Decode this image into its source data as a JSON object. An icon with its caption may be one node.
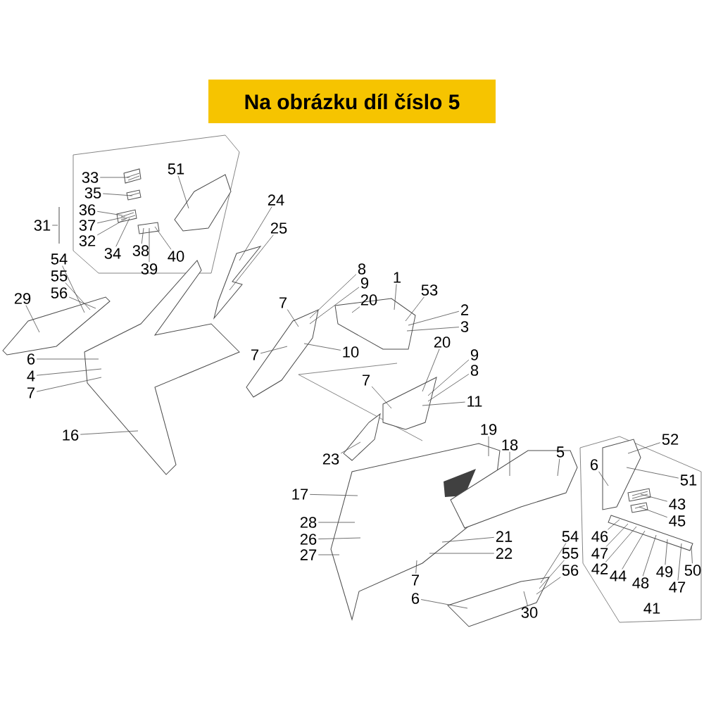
{
  "diagram": {
    "title": "Na obrázku díl číslo 5",
    "nodes": [
      {
        "text": [
          "51"
        ]
      },
      {
        "text": [
          "33"
        ]
      },
      {
        "text": [
          "35"
        ]
      },
      {
        "text": [
          "36"
        ]
      },
      {
        "text": [
          "37"
        ]
      },
      {
        "text": [
          "31"
        ]
      },
      {
        "text": [
          "32"
        ]
      },
      {
        "text": [
          "34"
        ]
      },
      {
        "text": [
          "38"
        ]
      },
      {
        "text": [
          "39"
        ]
      },
      {
        "text": [
          "40"
        ]
      },
      {
        "text": [
          "24"
        ]
      },
      {
        "text": [
          "25"
        ]
      },
      {
        "text": [
          "54"
        ]
      },
      {
        "text": [
          "55"
        ]
      },
      {
        "text": [
          "56"
        ]
      },
      {
        "text": [
          "29"
        ]
      },
      {
        "text": [
          "6"
        ]
      },
      {
        "text": [
          "4"
        ]
      },
      {
        "text": [
          "7"
        ]
      },
      {
        "text": [
          "7"
        ]
      },
      {
        "text": [
          "7"
        ]
      },
      {
        "text": [
          "16"
        ]
      },
      {
        "text": [
          "8"
        ]
      },
      {
        "text": [
          "9"
        ]
      },
      {
        "text": [
          "20"
        ]
      },
      {
        "text": [
          "1"
        ]
      },
      {
        "text": [
          "53"
        ]
      },
      {
        "text": [
          "2"
        ]
      },
      {
        "text": [
          "3"
        ]
      },
      {
        "text": [
          "10"
        ]
      },
      {
        "text": [
          "20"
        ]
      },
      {
        "text": [
          "9"
        ]
      },
      {
        "text": [
          "8"
        ]
      },
      {
        "text": [
          "7"
        ]
      },
      {
        "text": [
          "11"
        ]
      },
      {
        "text": [
          "19"
        ]
      },
      {
        "text": [
          "18"
        ]
      },
      {
        "text": [
          "23"
        ]
      },
      {
        "text": [
          "17"
        ]
      },
      {
        "text": [
          "28"
        ]
      },
      {
        "text": [
          "26"
        ]
      },
      {
        "text": [
          "27"
        ]
      },
      {
        "text": [
          "21"
        ]
      },
      {
        "text": [
          "22"
        ]
      },
      {
        "text": [
          "7"
        ]
      },
      {
        "text": [
          "6"
        ]
      },
      {
        "text": [
          "30"
        ]
      },
      {
        "text": [
          "5"
        ]
      },
      {
        "text": [
          "6"
        ]
      },
      {
        "text": [
          "52"
        ]
      },
      {
        "text": [
          "51"
        ]
      },
      {
        "text": [
          "43"
        ]
      },
      {
        "text": [
          "45"
        ]
      },
      {
        "text": [
          "46"
        ]
      },
      {
        "text": [
          "47"
        ]
      },
      {
        "text": [
          "42"
        ]
      },
      {
        "text": [
          "44"
        ]
      },
      {
        "text": [
          "48"
        ]
      },
      {
        "text": [
          "49"
        ]
      },
      {
        "text": [
          "47"
        ]
      },
      {
        "text": [
          "50"
        ]
      },
      {
        "text": [
          "54"
        ]
      },
      {
        "text": [
          "55"
        ]
      },
      {
        "text": [
          "56"
        ]
      },
      {
        "text": [],
        "shape": "picture"
      },
      {
        "text": [],
        "shape": "picture"
      },
      {
        "text": [],
        "shape": "picture"
      },
      {
        "text": [],
        "shape": "picture"
      },
      {
        "text": [],
        "shape": "picture"
      },
      {
        "text": [],
        "shape": "picture"
      },
      {
        "text": [],
        "shape": "picture"
      },
      {
        "text": [],
        "shape": "picture"
      },
      {
        "text": [],
        "shape": "picture"
      },
      {
        "text": [],
        "shape": "picture"
      },
      {
        "text": [],
        "shape": "picture"
      },
      {
        "text": [],
        "shape": "picture"
      },
      {
        "text": [],
        "shape": "picture"
      },
      {
        "text": [],
        "shape": "picture"
      },
      {
        "text": [],
        "shape": "picture"
      },
      {
        "text": [],
        "shape": "picture"
      },
      {
        "text": [],
        "shape": "picture"
      },
      {
        "text": [],
        "shape": "picture"
      },
      {
        "text": [],
        "shape": "picture"
      }
    ],
    "edges": [
      {
        "from": 0,
        "to": 65,
        "arrow": "none"
      },
      {
        "from": 1,
        "to": 66,
        "arrow": "none"
      },
      {
        "from": 2,
        "to": 67,
        "arrow": "none"
      },
      {
        "from": 3,
        "to": 68,
        "arrow": "none"
      },
      {
        "from": 4,
        "to": 68,
        "arrow": "none"
      },
      {
        "from": 5,
        "to": null,
        "arrow": "none"
      },
      {
        "from": 6,
        "to": 68,
        "arrow": "none"
      },
      {
        "from": 7,
        "to": 68,
        "arrow": "none"
      },
      {
        "from": 8,
        "to": 82,
        "arrow": "none"
      },
      {
        "from": 9,
        "to": 82,
        "arrow": "none"
      },
      {
        "from": 10,
        "to": 82,
        "arrow": "none"
      },
      {
        "from": 11,
        "to": 70,
        "arrow": "none"
      },
      {
        "from": 12,
        "to": 70,
        "arrow": "none"
      },
      {
        "from": 13,
        "to": 69,
        "arrow": "none"
      },
      {
        "from": 14,
        "to": 69,
        "arrow": "none"
      },
      {
        "from": 15,
        "to": 69,
        "arrow": "none"
      },
      {
        "from": 16,
        "to": 69,
        "arrow": "none"
      },
      {
        "from": 17,
        "to": 71,
        "arrow": "none"
      },
      {
        "from": 18,
        "to": 71,
        "arrow": "none"
      },
      {
        "from": 19,
        "to": 71,
        "arrow": "none"
      },
      {
        "from": 20,
        "to": 72,
        "arrow": "none"
      },
      {
        "from": 21,
        "to": 72,
        "arrow": "none"
      },
      {
        "from": 22,
        "to": 71,
        "arrow": "none"
      },
      {
        "from": 23,
        "to": 72,
        "arrow": "none"
      },
      {
        "from": 24,
        "to": 72,
        "arrow": "none"
      },
      {
        "from": 25,
        "to": 73,
        "arrow": "none"
      },
      {
        "from": 26,
        "to": 73,
        "arrow": "none"
      },
      {
        "from": 27,
        "to": 73,
        "arrow": "none"
      },
      {
        "from": 28,
        "to": 73,
        "arrow": "none"
      },
      {
        "from": 29,
        "to": 73,
        "arrow": "none"
      },
      {
        "from": 30,
        "to": 72,
        "arrow": "none"
      },
      {
        "from": 31,
        "to": 74,
        "arrow": "none"
      },
      {
        "from": 32,
        "to": 74,
        "arrow": "none"
      },
      {
        "from": 33,
        "to": 74,
        "arrow": "none"
      },
      {
        "from": 34,
        "to": 74,
        "arrow": "none"
      },
      {
        "from": 35,
        "to": 74,
        "arrow": "none"
      },
      {
        "from": 36,
        "to": 76,
        "arrow": "none"
      },
      {
        "from": 37,
        "to": 77,
        "arrow": "none"
      },
      {
        "from": 38,
        "to": 75,
        "arrow": "none"
      },
      {
        "from": 39,
        "to": 76,
        "arrow": "none"
      },
      {
        "from": 40,
        "to": 76,
        "arrow": "none"
      },
      {
        "from": 41,
        "to": 76,
        "arrow": "none"
      },
      {
        "from": 42,
        "to": 76,
        "arrow": "none"
      },
      {
        "from": 43,
        "to": 76,
        "arrow": "none"
      },
      {
        "from": 44,
        "to": 76,
        "arrow": "none"
      },
      {
        "from": 45,
        "to": 76,
        "arrow": "none"
      },
      {
        "from": 46,
        "to": 78,
        "arrow": "none"
      },
      {
        "from": 47,
        "to": 78,
        "arrow": "none"
      },
      {
        "from": 48,
        "to": 77,
        "arrow": "none"
      },
      {
        "from": 49,
        "to": 79,
        "arrow": "none"
      },
      {
        "from": 50,
        "to": 79,
        "arrow": "none"
      },
      {
        "from": 51,
        "to": 79,
        "arrow": "none"
      },
      {
        "from": 52,
        "to": 80,
        "arrow": "none"
      },
      {
        "from": 53,
        "to": 81,
        "arrow": "none"
      },
      {
        "from": 54,
        "to": 83,
        "arrow": "none"
      },
      {
        "from": 55,
        "to": 83,
        "arrow": "none"
      },
      {
        "from": 56,
        "to": 83,
        "arrow": "none"
      },
      {
        "from": 57,
        "to": 83,
        "arrow": "none"
      },
      {
        "from": 58,
        "to": 83,
        "arrow": "none"
      },
      {
        "from": 59,
        "to": 83,
        "arrow": "none"
      },
      {
        "from": 60,
        "to": 83,
        "arrow": "none"
      },
      {
        "from": 61,
        "to": 83,
        "arrow": "none"
      },
      {
        "from": 62,
        "to": 78,
        "arrow": "none"
      },
      {
        "from": 63,
        "to": 78,
        "arrow": "none"
      },
      {
        "from": 64,
        "to": 78,
        "arrow": "none"
      }
    ],
    "labels": [
      "41"
    ]
  }
}
